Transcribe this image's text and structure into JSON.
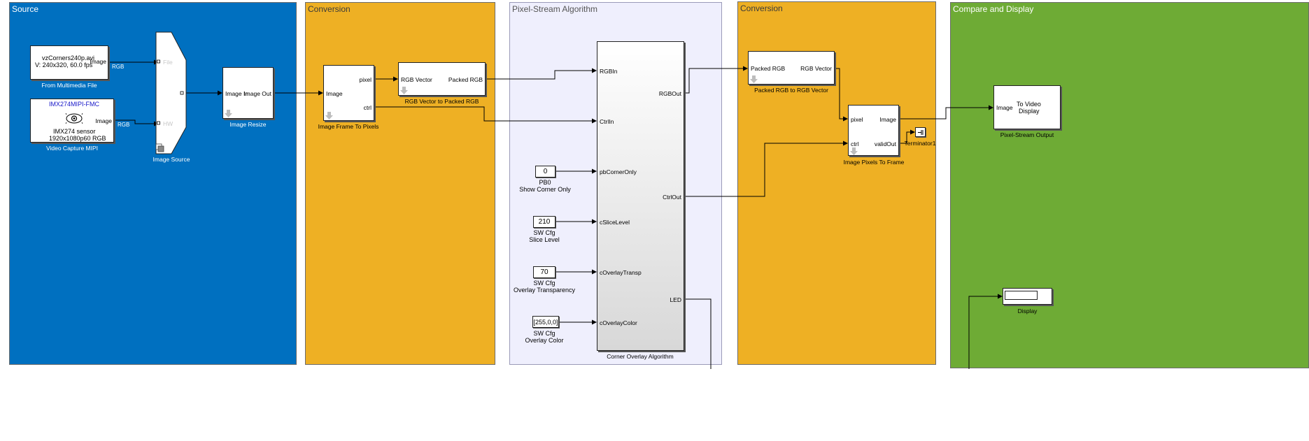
{
  "areas": {
    "source": {
      "title": "Source",
      "color": "#0070c0"
    },
    "conversion1": {
      "title": "Conversion",
      "color": "#eeb024"
    },
    "pixel_stream": {
      "title": "Pixel-Stream Algorithm",
      "color": "#efeffd"
    },
    "conversion2": {
      "title": "Conversion",
      "color": "#eeb024"
    },
    "compare": {
      "title": "Compare and Display",
      "color": "#6eab35"
    }
  },
  "blocks": {
    "from_file": {
      "line1": "vzCorners240p.avi",
      "line2": "V: 240x320, 60.0 fps",
      "port_out": "Image",
      "caption": "From Multimedia File"
    },
    "video_capture": {
      "title": "IMX274MIPI-FMC",
      "line1": "IMX274 sensor",
      "line2": "1920x1080p60 RGB",
      "port_out": "Image",
      "caption": "Video Capture MIPI"
    },
    "image_source": {
      "port_file": "File",
      "port_hw": "HW",
      "caption": "Image Source"
    },
    "image_resize": {
      "port_in": "Image In",
      "port_out": "Image Out",
      "caption": "Image Resize"
    },
    "frame_to_pixels": {
      "port_in": "Image",
      "port_pixel": "pixel",
      "port_ctrl": "ctrl",
      "caption": "Image Frame To Pixels"
    },
    "rgb_to_packed": {
      "port_in": "RGB Vector",
      "port_out": "Packed RGB",
      "caption": "RGB Vector to Packed RGB"
    },
    "corner_overlay": {
      "in_rgb": "RGBIn",
      "in_ctrl": "CtrlIn",
      "in_pb": "pbCornerOnly",
      "in_slice": "cSliceLevel",
      "in_transp": "cOverlayTransp",
      "in_color": "cOverlayColor",
      "out_rgb": "RGBOut",
      "out_ctrl": "CtrlOut",
      "out_led": "LED",
      "caption": "Corner Overlay Algorithm"
    },
    "pb0": {
      "value": "0",
      "caption1": "PB0",
      "caption2": "Show Corner Only"
    },
    "slice": {
      "value": "210",
      "caption1": "SW Cfg",
      "caption2": "Slice Level"
    },
    "transp": {
      "value": "70",
      "caption1": "SW Cfg",
      "caption2": "Overlay Transparency"
    },
    "color": {
      "value": "[255,0,0]",
      "caption1": "SW Cfg",
      "caption2": "Overlay Color"
    },
    "packed_to_rgb": {
      "port_in": "Packed RGB",
      "port_out": "RGB Vector",
      "caption": "Packed RGB to RGB Vector"
    },
    "pixels_to_frame": {
      "port_pixel": "pixel",
      "port_ctrl": "ctrl",
      "port_image": "Image",
      "port_valid": "validOut",
      "caption": "Image Pixels To Frame"
    },
    "terminator": {
      "caption": "Terminator1"
    },
    "video_display": {
      "port_in": "Image",
      "line1": "To Video",
      "line2": "Display",
      "caption": "Pixel-Stream Output"
    },
    "display": {
      "caption": "Display"
    }
  },
  "signals": {
    "rgb1": "RGB",
    "rgb2": "RGB"
  }
}
